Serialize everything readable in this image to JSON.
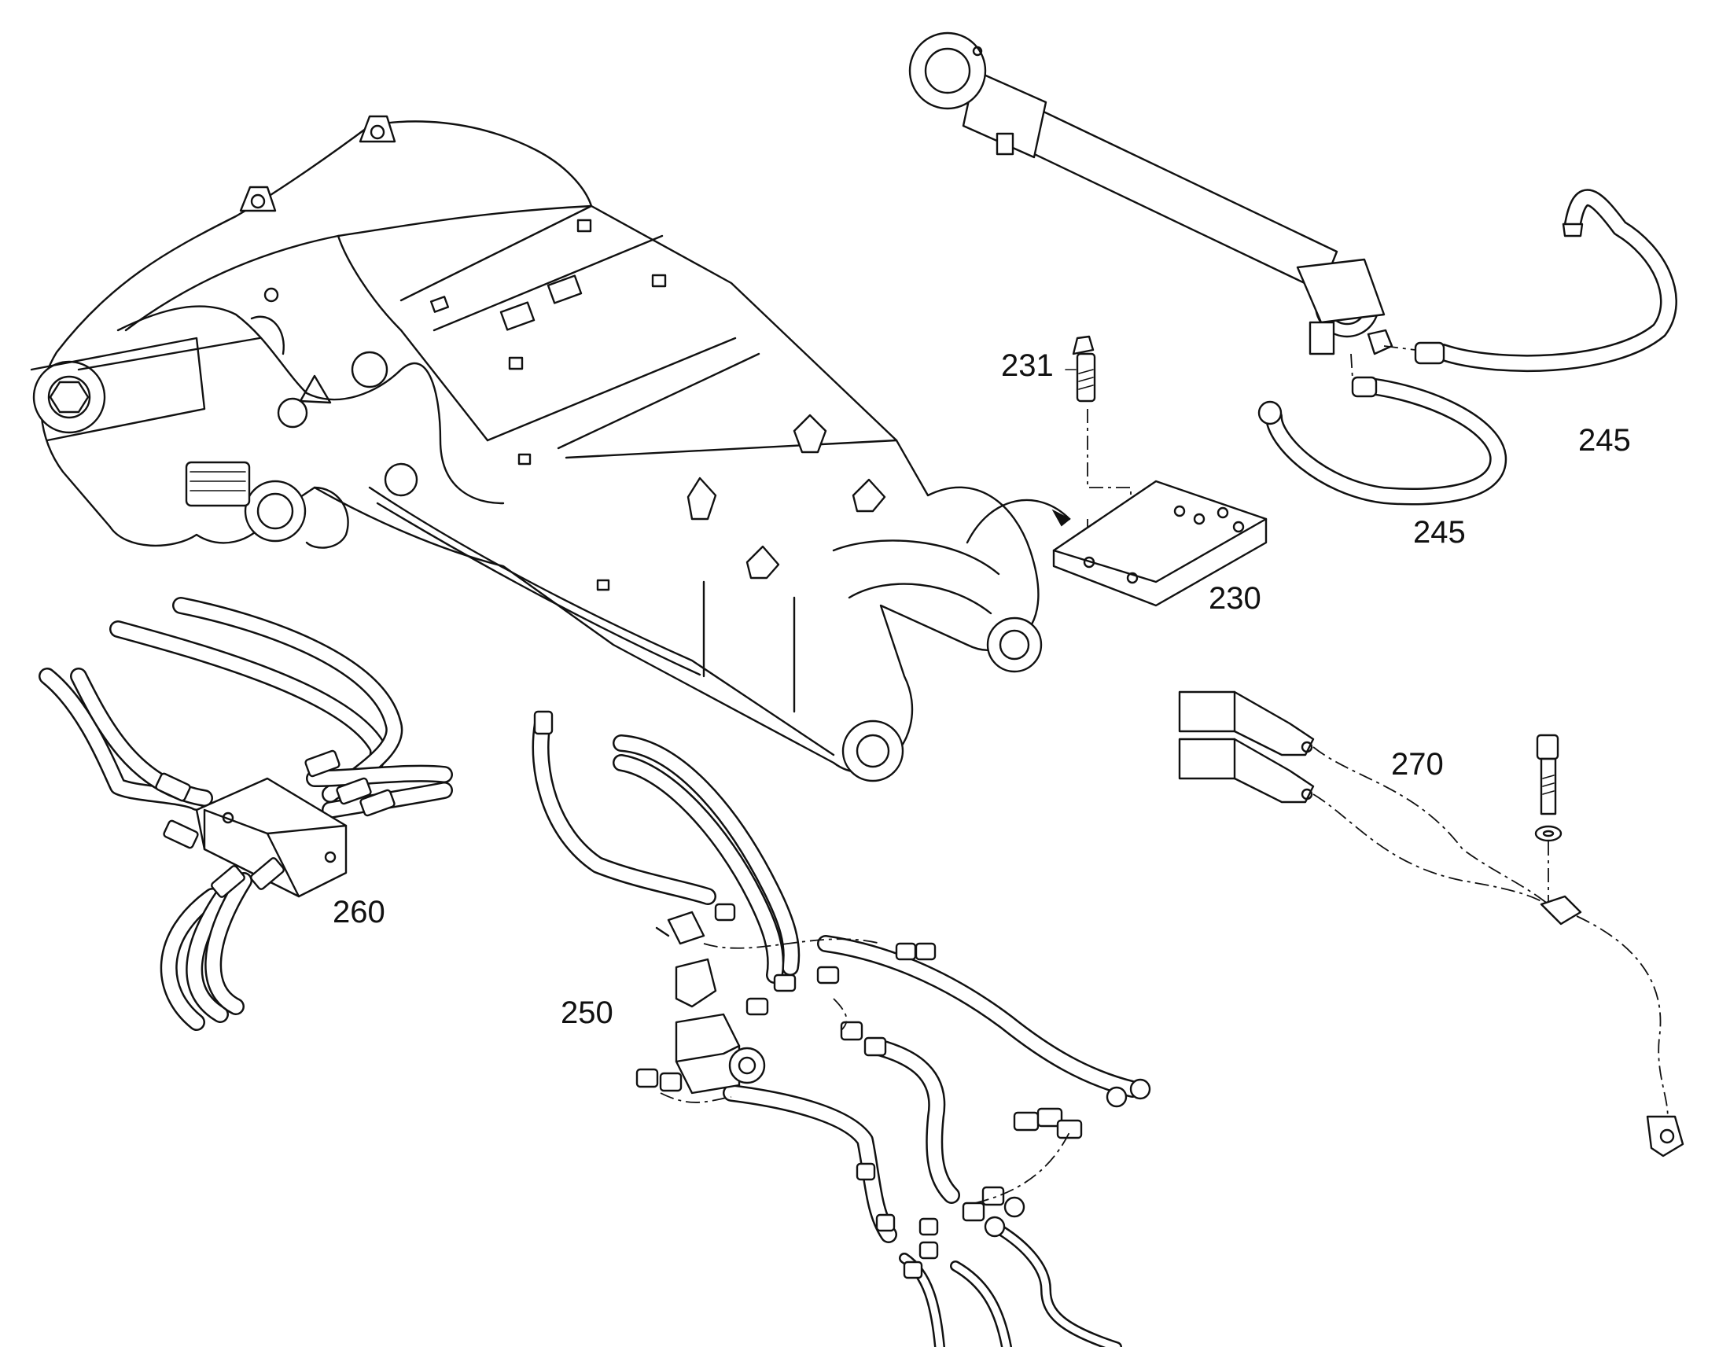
{
  "diagram": {
    "ink_color": "#111111",
    "background_color": "#ffffff"
  },
  "callouts": {
    "c231": "231",
    "c245_upper": "245",
    "c245_lower": "245",
    "c230": "230",
    "c270": "270",
    "c260": "260",
    "c250": "250"
  }
}
